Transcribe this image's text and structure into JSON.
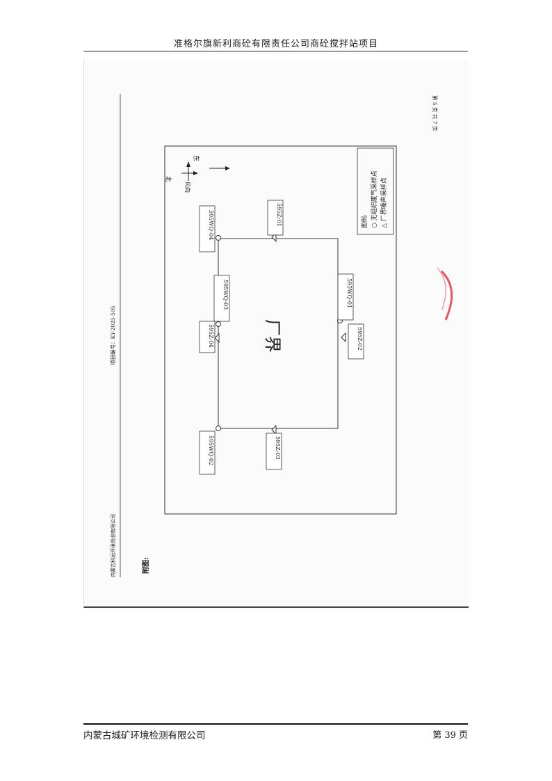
{
  "header": {
    "title": "准格尔旗新利商砼有限责任公司商砼搅拌站项目"
  },
  "scan": {
    "company_side": "内蒙古科远环境检测有限公司",
    "project_no": "项目编号：KY-2025-595",
    "page_info": "第 5 页  共 7 页",
    "attachment_label": "附图:",
    "compass": {
      "north": "北",
      "east": "东",
      "wind": "风向"
    },
    "legend": {
      "title": "图例:",
      "gas": "○ 无组织废气采样点",
      "noise": "△ 厂界噪声采样点"
    },
    "boundary_label": "厂界",
    "points": {
      "wq01": "595WQ-01",
      "wq02": "595WQ-02",
      "wq03": "595WQ-03",
      "wq04": "595WQ-04",
      "z01": "595Z-01",
      "z02": "595Z-02",
      "z03": "595Z-03",
      "z04": "595Z-04"
    }
  },
  "footer": {
    "company": "内蒙古城矿环境检测有限公司",
    "page": "第 39 页"
  },
  "colors": {
    "stamp": "#d9232e",
    "ink": "#1a1a1a"
  }
}
